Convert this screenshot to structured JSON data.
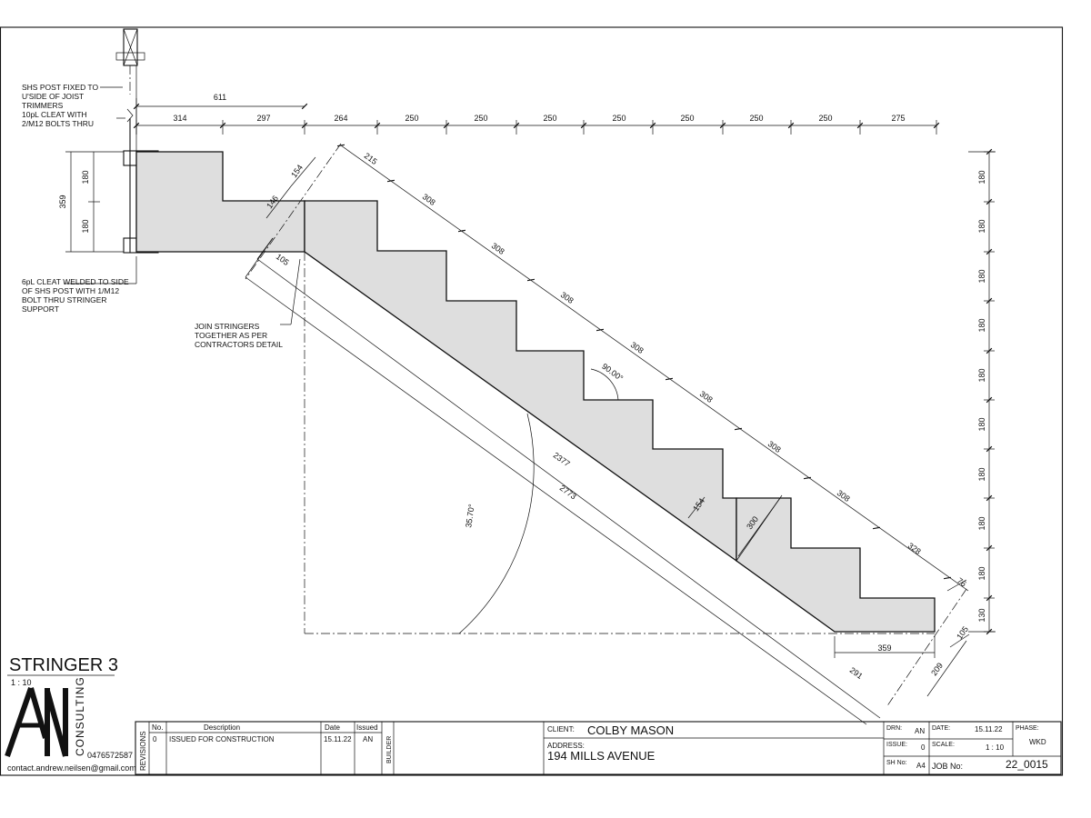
{
  "title": "STRINGER 3",
  "scale_label": "1 : 10",
  "notes": {
    "post": [
      "SHS POST FIXED TO",
      "U'SIDE OF JOIST",
      "TRIMMERS",
      "10pL CLEAT WITH",
      "2/M12 BOLTS THRU"
    ],
    "cleat": [
      "6pL CLEAT WELDED TO SIDE",
      "OF SHS POST WITH 1/M12",
      "BOLT THRU STRINGER",
      "SUPPORT"
    ],
    "join": [
      "JOIN STRINGERS",
      "TOGETHER AS PER",
      "CONTRACTORS DETAIL"
    ]
  },
  "dims": {
    "overall_top": "611",
    "top_row": [
      "314",
      "297",
      "264",
      "250",
      "250",
      "250",
      "250",
      "250",
      "250",
      "250",
      "275"
    ],
    "left_359": "359",
    "left_180": [
      "180",
      "180"
    ],
    "right_risers": [
      "180",
      "180",
      "180",
      "180",
      "180",
      "180",
      "180",
      "180",
      "180",
      "130"
    ],
    "diag_treads": [
      "215",
      "308",
      "308",
      "308",
      "308",
      "308",
      "308",
      "308",
      "328"
    ],
    "d154_top": "154",
    "d146": "146",
    "d105_left": "105",
    "d2377": "2377",
    "d2773": "2773",
    "d154_bottom": "154",
    "d300": "300",
    "d76": "76",
    "d359_bottom": "359",
    "d291": "291",
    "d105_right": "105",
    "d209": "209",
    "angle_90": "90.00°",
    "angle_35": "35.70°"
  },
  "logo": {
    "letters": "AN",
    "word": "CONSULTING",
    "phone": "0476572587",
    "email": "contact.andrew.neilsen@gmail.com"
  },
  "revisions": {
    "side_label": "REVISIONS",
    "headers": {
      "no": "No.",
      "desc": "Description",
      "date": "Date",
      "issued": "Issued"
    },
    "rows": [
      {
        "no": "0",
        "desc": "ISSUED FOR CONSTRUCTION",
        "date": "15.11.22",
        "issued": "AN"
      }
    ],
    "builder_label": "BUILDER"
  },
  "client": {
    "label": "CLIENT:",
    "value": "COLBY MASON"
  },
  "address": {
    "label": "ADDRESS:",
    "value": "194 MILLS AVENUE"
  },
  "title_block": {
    "drn_label": "DRN:",
    "drn": "AN",
    "date_label": "DATE:",
    "date": "15.11.22",
    "phase_label": "PHASE:",
    "phase": "WKD",
    "issue_label": "ISSUE:",
    "issue": "0",
    "scale_label": "SCALE:",
    "scale": "1 : 10",
    "sheet_label": "SH No:",
    "sheet": "A4",
    "job_label": "JOB No:",
    "job": "22_0015"
  }
}
